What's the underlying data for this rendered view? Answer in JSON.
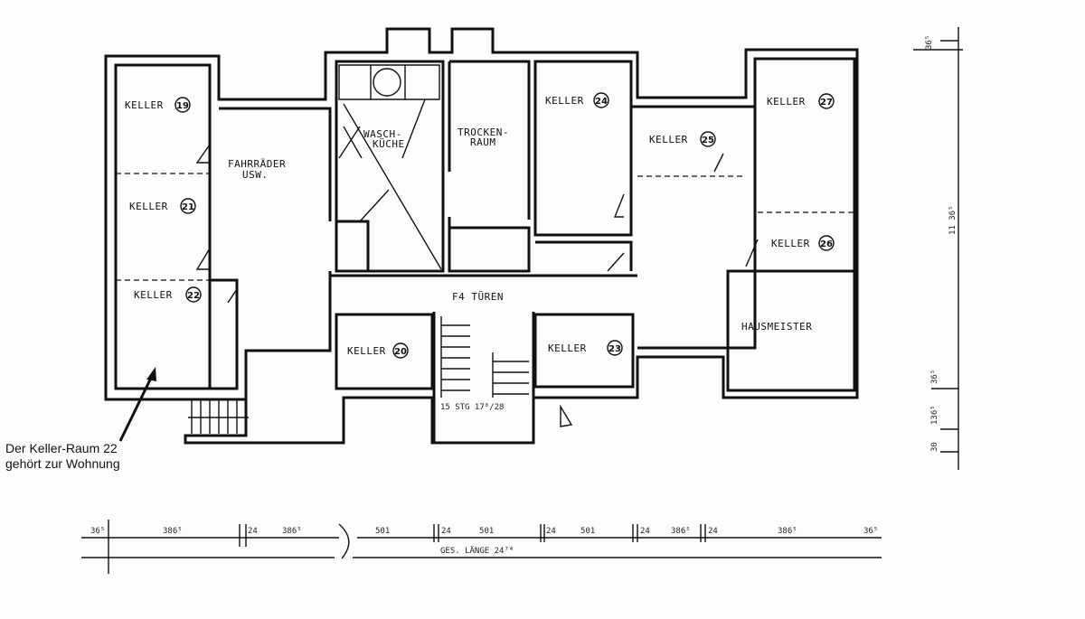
{
  "rooms": {
    "keller19": {
      "label": "KELLER",
      "number": "19"
    },
    "keller21": {
      "label": "KELLER",
      "number": "21"
    },
    "keller22": {
      "label": "KELLER",
      "number": "22"
    },
    "keller20": {
      "label": "KELLER",
      "number": "20"
    },
    "keller23": {
      "label": "KELLER",
      "number": "23"
    },
    "keller24": {
      "label": "KELLER",
      "number": "24"
    },
    "keller25": {
      "label": "KELLER",
      "number": "25"
    },
    "keller26": {
      "label": "KELLER",
      "number": "26"
    },
    "keller27": {
      "label": "KELLER",
      "number": "27"
    },
    "fahrraeder": {
      "line1": "FAHRRÄDER",
      "line2": "USW."
    },
    "waschkueche": {
      "line1": "WASCH-",
      "line2": "KÜCHE"
    },
    "trockenraum": {
      "line1": "TROCKEN-",
      "line2": "RAUM"
    },
    "hausmeister": {
      "label": "HAUSMEISTER"
    },
    "tueren": {
      "label": "F4 TÜREN"
    },
    "stair": {
      "label": "15 STG 17⁸/28"
    }
  },
  "annotation": {
    "line1": "Der Keller-Raum 22",
    "line2": "gehört zur Wohnung"
  },
  "dimensions_bottom": {
    "segments": [
      "36⁵",
      "386⁵",
      "24",
      "386⁵",
      "501",
      "24",
      "501",
      "24",
      "501",
      "24",
      "386⁵",
      "24",
      "386⁵",
      "36⁵"
    ],
    "total": "GES. LÄNGE 24⁷⁴"
  },
  "dimensions_right": {
    "segments": [
      "36⁵",
      "11 36⁵",
      "36⁵",
      "136⁵",
      "30"
    ]
  }
}
